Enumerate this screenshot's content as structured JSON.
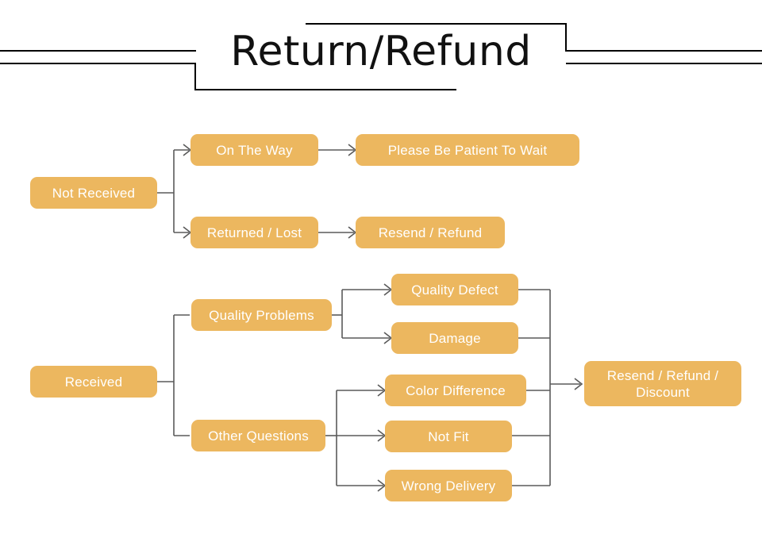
{
  "page": {
    "title": "Return/Refund",
    "background_color": "#ffffff",
    "node_color": "#ecb75f",
    "node_text_color": "#ffffff",
    "connector_color": "#5a5a5a",
    "header_rule_color": "#000000"
  },
  "flow": {
    "branches": [
      {
        "id": "not-received",
        "root": "Not Received",
        "steps": [
          {
            "condition": "On The Way",
            "outcome": "Please Be Patient To Wait"
          },
          {
            "condition": "Returned / Lost",
            "outcome": "Resend / Refund"
          }
        ]
      },
      {
        "id": "received",
        "root": "Received",
        "categories": [
          {
            "label": "Quality Problems",
            "issues": [
              "Quality Defect",
              "Damage"
            ]
          },
          {
            "label": "Other Questions",
            "issues": [
              "Color Difference",
              "Not Fit",
              "Wrong Delivery"
            ]
          }
        ],
        "outcome": "Resend / Refund /\nDiscount"
      }
    ]
  },
  "nodes": {
    "not_received": "Not Received",
    "on_the_way": "On The Way",
    "please_be_patient": "Please Be Patient To Wait",
    "returned_lost": "Returned / Lost",
    "resend_refund": "Resend / Refund",
    "received": "Received",
    "quality_problems": "Quality Problems",
    "other_questions": "Other Questions",
    "quality_defect": "Quality Defect",
    "damage": "Damage",
    "color_difference": "Color Difference",
    "not_fit": "Not Fit",
    "wrong_delivery": "Wrong Delivery",
    "resend_refund_discount": "Resend / Refund /\nDiscount"
  }
}
